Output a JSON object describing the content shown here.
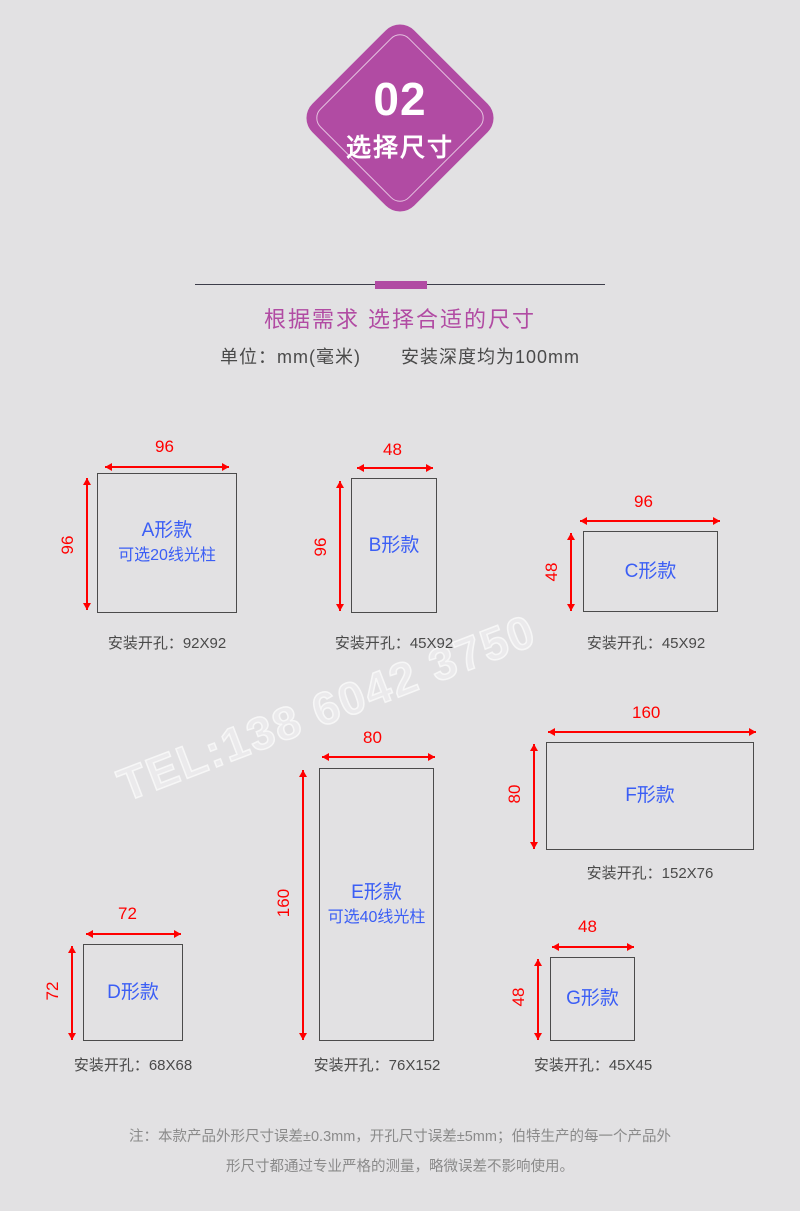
{
  "badge": {
    "number": "02",
    "subtitle": "选择尺寸"
  },
  "section": {
    "title": "根据需求 选择合适的尺寸",
    "unit_label": "单位：mm(毫米)",
    "depth_label": "安装深度均为100mm"
  },
  "watermark": "TEL:138 6042 3750",
  "items": [
    {
      "id": "A",
      "label": "A形款",
      "note": "可选20线光柱",
      "width_dim": "96",
      "height_dim": "96",
      "caption": "安装开孔：92X92"
    },
    {
      "id": "B",
      "label": "B形款",
      "note": "",
      "width_dim": "48",
      "height_dim": "96",
      "caption": "安装开孔：45X92"
    },
    {
      "id": "C",
      "label": "C形款",
      "note": "",
      "width_dim": "96",
      "height_dim": "48",
      "caption": "安装开孔：45X92"
    },
    {
      "id": "D",
      "label": "D形款",
      "note": "",
      "width_dim": "72",
      "height_dim": "72",
      "caption": "安装开孔：68X68"
    },
    {
      "id": "E",
      "label": "E形款",
      "note": "可选40线光柱",
      "width_dim": "80",
      "height_dim": "160",
      "caption": "安装开孔：76X152"
    },
    {
      "id": "F",
      "label": "F形款",
      "note": "",
      "width_dim": "160",
      "height_dim": "80",
      "caption": "安装开孔：152X76"
    },
    {
      "id": "G",
      "label": "G形款",
      "note": "",
      "width_dim": "48",
      "height_dim": "48",
      "caption": "安装开孔：45X45"
    }
  ],
  "footer": {
    "line1": "注：本款产品外形尺寸误差±0.3mm，开孔尺寸误差±5mm；伯特生产的每一个产品外",
    "line2": "形尺寸都通过专业严格的测量，略微误差不影响使用。"
  },
  "colors": {
    "background": "#e2e1e3",
    "accent_purple": "#b14ba3",
    "dimension_red": "#ff0000",
    "label_blue": "#3b5ef5",
    "box_border": "#4b4b4b",
    "text_gray": "#4a4a4a"
  }
}
